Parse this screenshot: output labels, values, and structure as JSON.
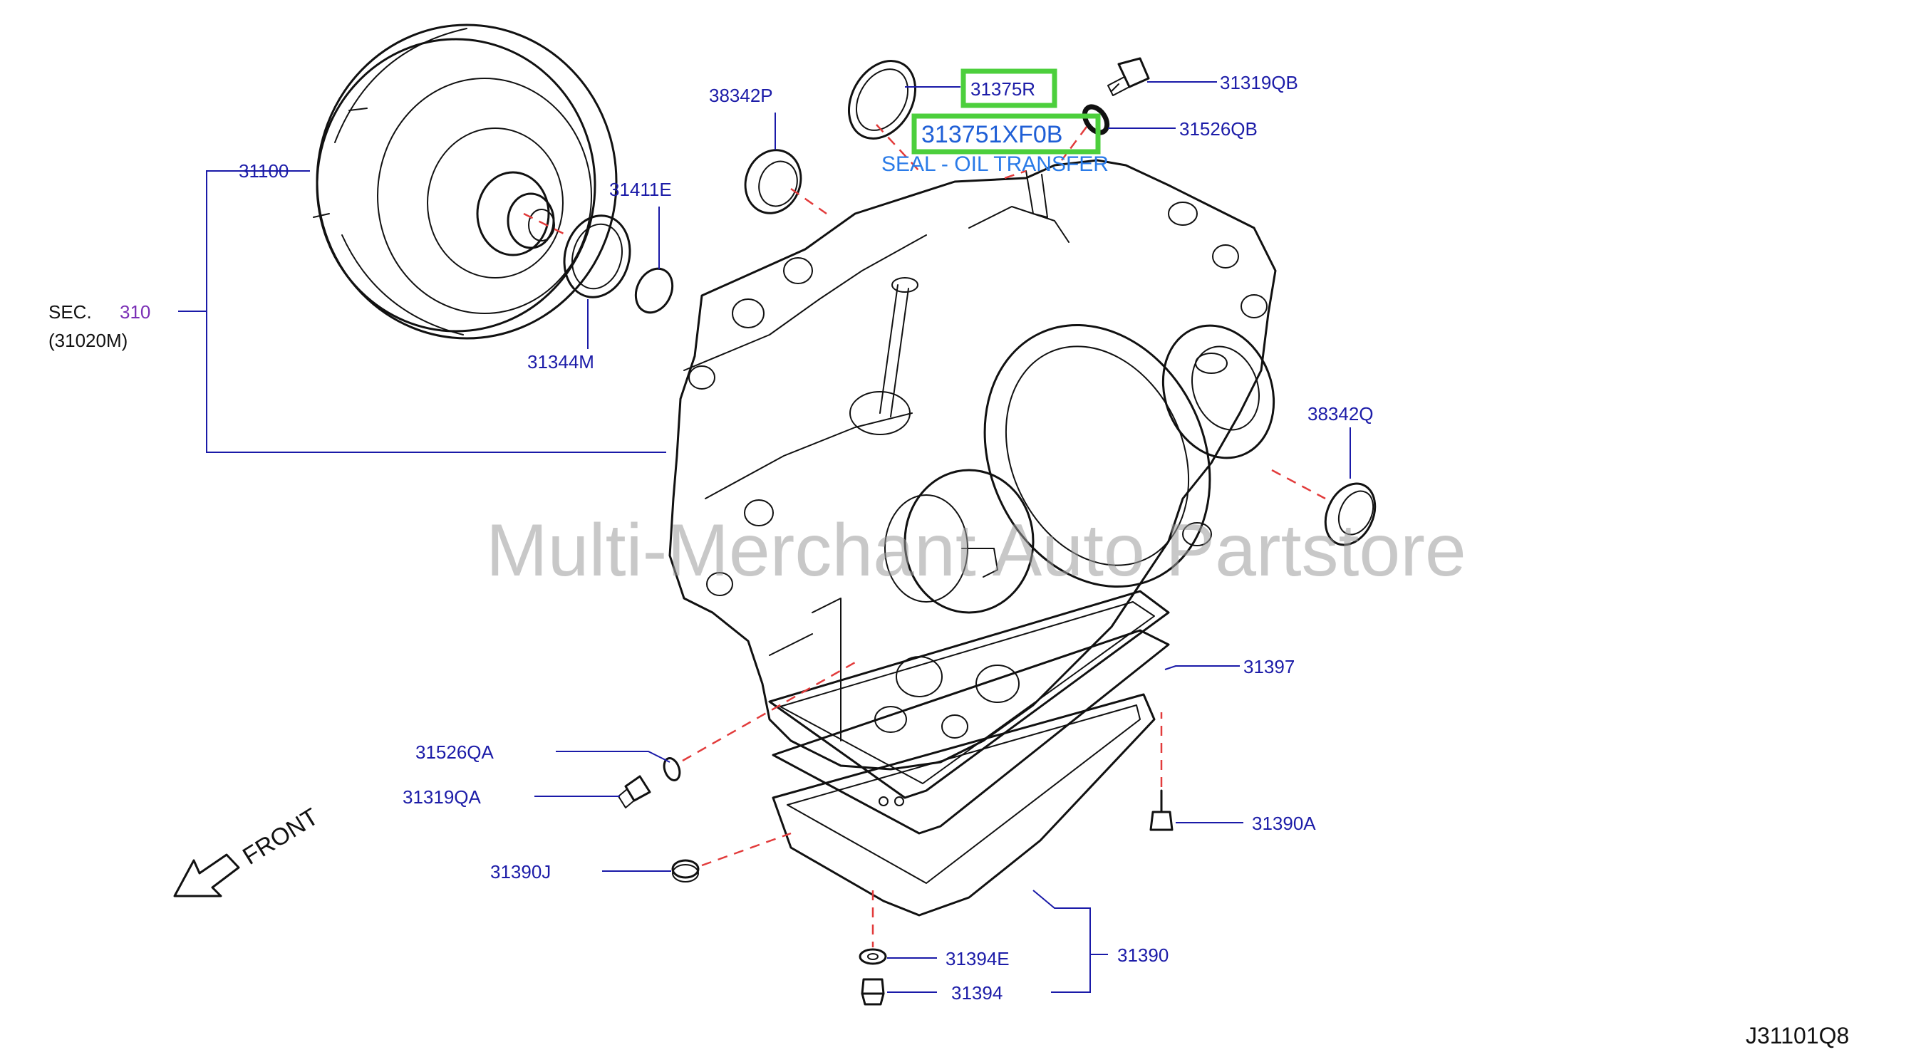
{
  "labels": {
    "p31100": "31100",
    "sec_word": "SEC.",
    "sec_num": "310",
    "sec_ref": "(31020M)",
    "p31344M": "31344M",
    "p31411E": "31411E",
    "p38342P": "38342P",
    "p31375R": "31375R",
    "p31319QB": "31319QB",
    "p31526QB": "31526QB",
    "p38342Q": "38342Q",
    "p31397": "31397",
    "p31526QA": "31526QA",
    "p31319QA": "31319QA",
    "p31390A": "31390A",
    "p31390J": "31390J",
    "p31394E": "31394E",
    "p31390": "31390",
    "p31394": "31394"
  },
  "highlight": {
    "part_number": "313751XF0B",
    "description": "SEAL - OIL TRANSFER"
  },
  "front_label": "FRONT",
  "watermark": "Multi-Merchant Auto Partstore",
  "diagram_code": "J31101Q8",
  "colors": {
    "label_blue": "#1c1ca8",
    "highlight_green": "#4ccf3c",
    "dash_red": "#e23b3b",
    "sec_purple": "#7a2fb5"
  }
}
